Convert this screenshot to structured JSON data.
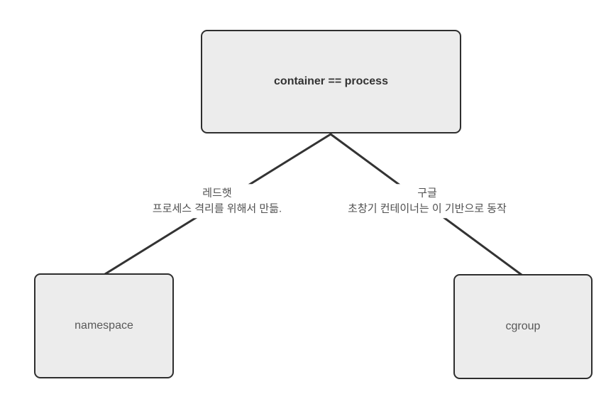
{
  "diagram": {
    "root_node": {
      "label": "container == process"
    },
    "child_nodes": {
      "namespace": {
        "label": "namespace"
      },
      "cgroup": {
        "label": "cgroup"
      }
    },
    "edges": {
      "left": {
        "line1": "레드햇",
        "line2": "프로세스 격리를 위해서 만듦."
      },
      "right": {
        "line1": "구글",
        "line2": "초창기 컨테이너는 이 기반으로 동작"
      }
    },
    "colors": {
      "background": "#ffffff",
      "node_fill": "#ececec",
      "node_border": "#2e2e2e",
      "edge_line": "#333333",
      "root_text": "#333333",
      "child_text": "#585858",
      "edge_label_text": "#4f4f4f"
    }
  }
}
